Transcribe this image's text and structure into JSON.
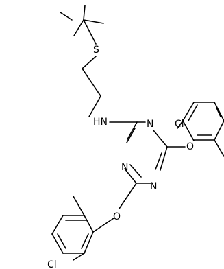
{
  "molecule": {
    "atoms": {
      "sulfur": "S",
      "amine": "HN",
      "ring_n_top": "N",
      "ring_n_left": "N",
      "ring_n_right": "N",
      "oxygen_left": "O",
      "oxygen_right": "O",
      "chlorine_right": "Cl",
      "chlorine_left": "Cl"
    }
  }
}
